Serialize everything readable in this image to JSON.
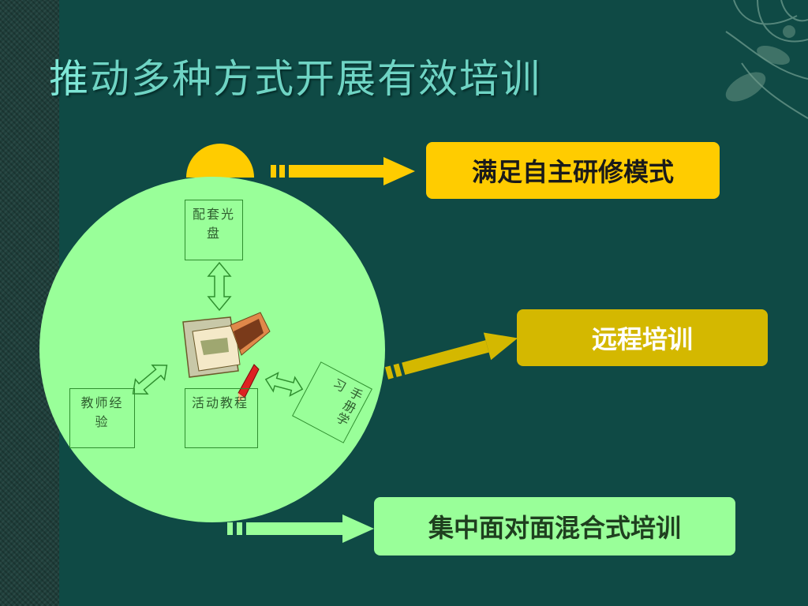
{
  "title": {
    "first_char": "推",
    "rest": "动多种方式开展有效培训"
  },
  "center_boxes": {
    "cd": "配套光盘",
    "teacher_experience": "教师经验",
    "activity_course": "活动教程",
    "handbook": "手册学习"
  },
  "outcomes": {
    "self_study": "满足自主研修模式",
    "remote": "远程培训",
    "face_to_face": "集中面对面混合式培训"
  },
  "colors": {
    "background": "#0f4a45",
    "title": "#6fd4c4",
    "circle_fill": "#99ff99",
    "yellow": "#ffcc00",
    "olive_yellow": "#d4b800",
    "light_green": "#99ff99"
  },
  "icons": [
    "open-book-icon",
    "pencil-icon",
    "floral-corner-decoration"
  ]
}
